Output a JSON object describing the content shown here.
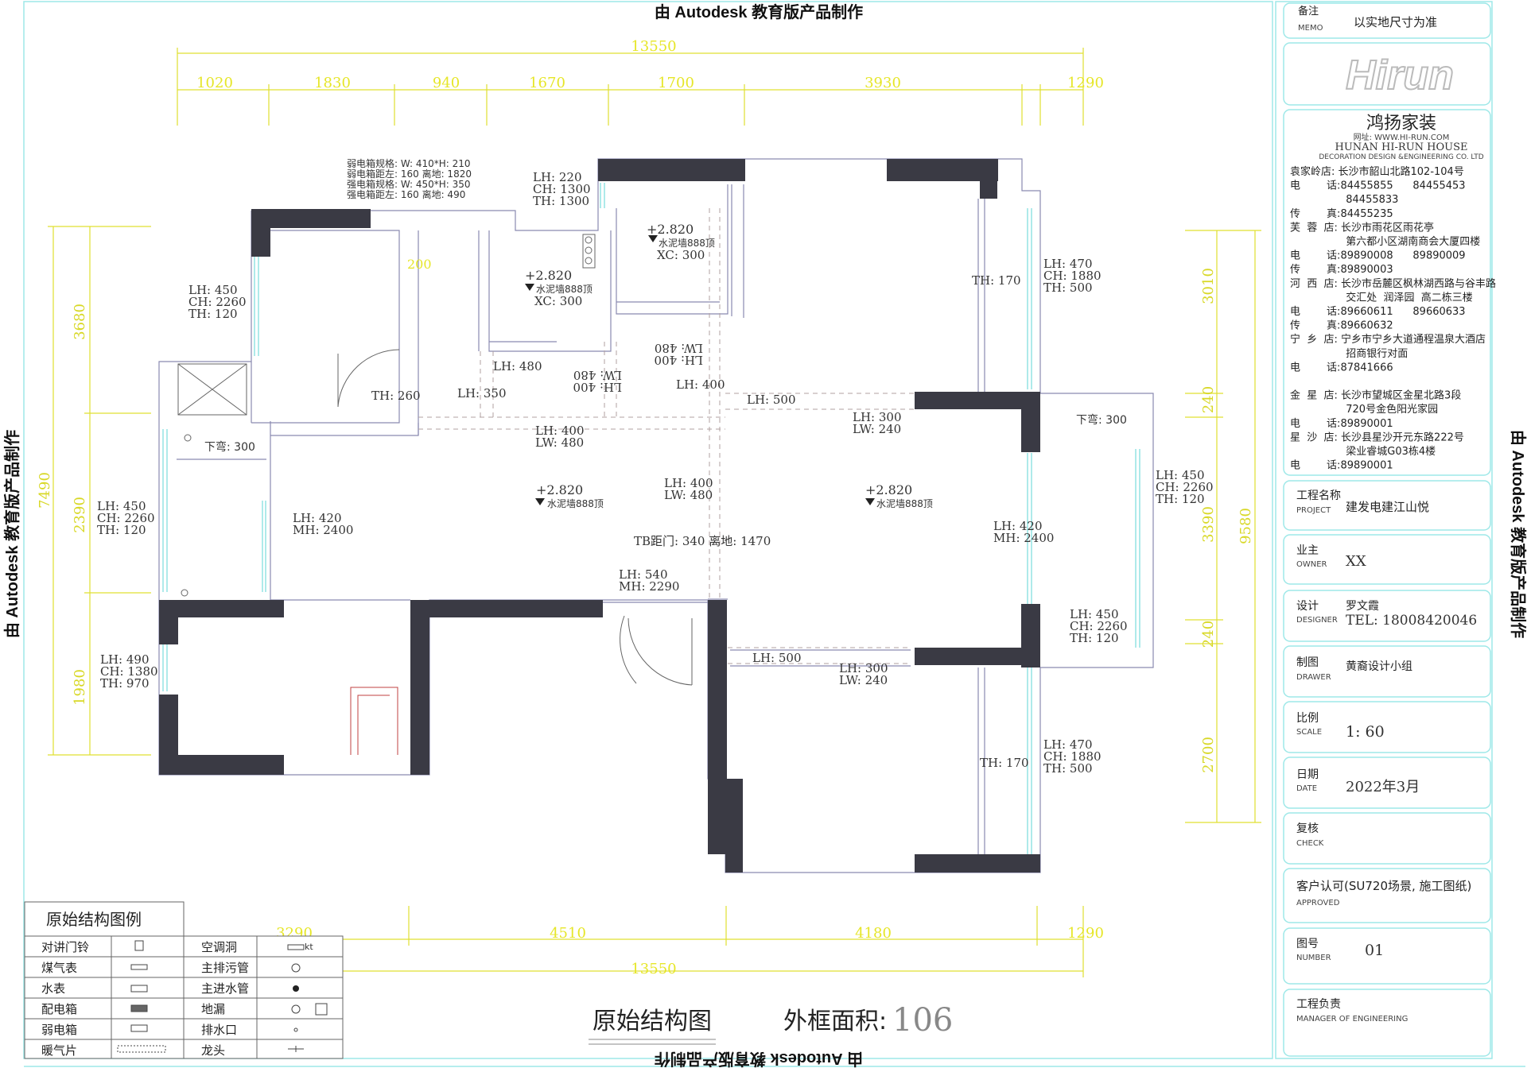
{
  "watermark": "由 Autodesk 教育版产品制作",
  "plan_title": "原始结构图",
  "area_label": "外框面积:",
  "area_value": "106",
  "dims": {
    "total": "13550",
    "top": [
      "1020",
      "1830",
      "940",
      "1670",
      "1700",
      "3930",
      "1290"
    ],
    "bottom": [
      "3290",
      "4510",
      "4180",
      "1290"
    ],
    "left_total": "7490",
    "left": [
      "3680",
      "2390",
      "1980"
    ],
    "right_total": "9580",
    "right": [
      "3010",
      "240",
      "3390",
      "240",
      "2700"
    ]
  },
  "annotations": {
    "box_spec": [
      "弱电箱规格: W: 410*H: 210",
      "弱电箱距左: 160   离地: 1820",
      "强电箱规格: W: 450*H: 350",
      "强电箱距左: 160   离地: 490"
    ],
    "lh_220": [
      "LH: 220",
      "CH: 1300",
      "TH: 1300"
    ],
    "win_left_top": [
      "LH: 450",
      "CH: 2260",
      "TH: 120"
    ],
    "win_left_mid": [
      "LH: 450",
      "CH: 2260",
      "TH: 120"
    ],
    "win_left_bot": [
      "LH: 490",
      "CH: 1380",
      "TH: 970"
    ],
    "win_right_top": [
      "LH: 470",
      "CH: 1880",
      "TH: 500"
    ],
    "win_right_bay": [
      "LH: 450",
      "CH: 2260",
      "TH: 120"
    ],
    "win_right_bay2": [
      "LH: 450",
      "CH: 2260",
      "TH: 120"
    ],
    "win_right_bot": [
      "LH: 470",
      "CH: 1880",
      "TH: 500"
    ],
    "ceil_1": [
      "+2.820",
      "水泥墙888顶",
      "XC: 300"
    ],
    "ceil_2": [
      "+2.820",
      "水泥墙888顶",
      "XC: 300"
    ],
    "ceil_3": [
      "+2.820",
      "水泥墙888顶"
    ],
    "ceil_4": [
      "+2.820",
      "水泥墙888顶"
    ],
    "th_260": "TH: 260",
    "lh_350": "LH: 350",
    "lh_480": "LH: 480",
    "lw480_rot": [
      "LH: 400",
      "LW: 480"
    ],
    "lw480_rot2": [
      "LH: 400",
      "LW: 480"
    ],
    "lh_400": "LH: 400",
    "lh_500_a": "LH: 500",
    "lh_400_lw": [
      "LH: 400",
      "LW: 480"
    ],
    "lh_300_a": [
      "LH: 300",
      "LW: 240"
    ],
    "th_170_a": "TH: 170",
    "xiaqi_left": "下弯: 300",
    "xiaqi_right": "下弯: 300",
    "lh_420_mh": [
      "LH: 420",
      "MH: 2400"
    ],
    "lh_400_lw2": [
      "LH: 400",
      "LW: 480"
    ],
    "tb": "TB距门: 340   离地: 1470",
    "lh_540": [
      "LH: 540",
      "MH: 2290"
    ],
    "lh_420_mh2": [
      "LH: 420",
      "MH: 2400"
    ],
    "lh_500_b": "LH: 500",
    "lh_300_b": [
      "LH: 300",
      "LW: 240"
    ],
    "th_170_b": "TH: 170",
    "label_200": "200"
  },
  "legend": {
    "title": "原始结构图例",
    "rows": [
      {
        "left": "对讲门铃",
        "right": "空调洞"
      },
      {
        "left": "煤气表",
        "right": "主排污管"
      },
      {
        "left": "水表",
        "right": "主进水管"
      },
      {
        "left": "配电箱",
        "right": "地漏"
      },
      {
        "left": "弱电箱",
        "right": "排水口"
      },
      {
        "left": "暖气片",
        "right": "龙头"
      }
    ],
    "kt": "kt"
  },
  "titleblock": {
    "memo": {
      "cn": "备注",
      "en": "MEMO",
      "value": "以实地尺寸为准"
    },
    "logo_text": "Hirun",
    "company_cn": "鸿扬家装",
    "company_sub": "网址: WWW.HI-RUN.COM",
    "company_en1": "HUNAN  HI-RUN  HOUSE",
    "company_en2": "DECORATION  DESIGN  &ENGINEERING  CO.  LTD",
    "stores": [
      "袁家岭店: 长沙市韶山北路102-104号",
      "电        话:84455855      84455453",
      "                 84455833",
      "传        真:84455235",
      "芙  蓉  店: 长沙市雨花区雨花亭",
      "                 第六都小区湖南商会大厦四楼",
      "电        话:89890008      89890009",
      "传        真:89890003",
      "河  西  店: 长沙市岳麓区枫林湖西路与谷丰路",
      "                 交汇处  润泽园  高二栋三楼",
      "电        话:89660611      89660633",
      "传        真:89660632",
      "宁  乡  店: 宁乡市宁乡大道通程温泉大酒店",
      "                 招商银行对面",
      "电        话:87841666",
      "",
      "金  星  店: 长沙市望城区金星北路3段",
      "                 720号金色阳光家园",
      "电        话:89890001",
      "星  沙  店: 长沙县星沙开元东路222号",
      "                 梁业睿城G03栋4楼",
      "电        话:89890001"
    ],
    "project": {
      "cn": "工程名称",
      "en": "PROJECT",
      "value": "建发电建江山悦"
    },
    "owner": {
      "cn": "业主",
      "en": "OWNER",
      "value": "XX"
    },
    "designer": {
      "cn": "设计",
      "en": "DESIGNER",
      "value": "罗文霞",
      "tel": "TEL: 18008420046"
    },
    "drawer": {
      "cn": "制图",
      "en": "DRAWER",
      "value": "黄裔设计小组"
    },
    "scale": {
      "cn": "比例",
      "en": "SCALE",
      "value": "1: 60"
    },
    "date": {
      "cn": "日期",
      "en": "DATE",
      "value": "2022年3月"
    },
    "check": {
      "cn": "复核",
      "en": "CHECK",
      "value": ""
    },
    "approved": {
      "cn": "客户认可(SU720场景, 施工图纸)",
      "en": "APPROVED"
    },
    "number": {
      "cn": "图号",
      "en": "NUMBER",
      "value": "01"
    },
    "manager": {
      "cn": "工程负责",
      "en": "MANAGER  OF  ENGINEERING"
    }
  }
}
